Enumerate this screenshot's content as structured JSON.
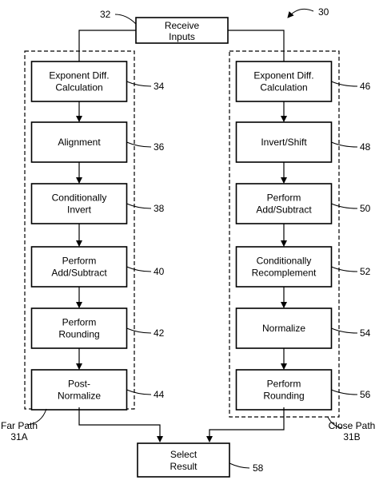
{
  "figure_ref": "30",
  "top": {
    "ref": "32",
    "lines": [
      "Receive",
      "Inputs"
    ]
  },
  "bottom": {
    "ref": "58",
    "lines": [
      "Select",
      "Result"
    ]
  },
  "far_path": {
    "label": [
      "Far Path",
      "31A"
    ],
    "steps": [
      {
        "ref": "34",
        "lines": [
          "Exponent Diff.",
          "Calculation"
        ]
      },
      {
        "ref": "36",
        "lines": [
          "Alignment"
        ]
      },
      {
        "ref": "38",
        "lines": [
          "Conditionally",
          "Invert"
        ]
      },
      {
        "ref": "40",
        "lines": [
          "Perform",
          "Add/Subtract"
        ]
      },
      {
        "ref": "42",
        "lines": [
          "Perform",
          "Rounding"
        ]
      },
      {
        "ref": "44",
        "lines": [
          "Post-",
          "Normalize"
        ]
      }
    ]
  },
  "close_path": {
    "label": [
      "Close Path",
      "31B"
    ],
    "steps": [
      {
        "ref": "46",
        "lines": [
          "Exponent Diff.",
          "Calculation"
        ]
      },
      {
        "ref": "48",
        "lines": [
          "Invert/Shift"
        ]
      },
      {
        "ref": "50",
        "lines": [
          "Perform",
          "Add/Subtract"
        ]
      },
      {
        "ref": "52",
        "lines": [
          "Conditionally",
          "Recomplement"
        ]
      },
      {
        "ref": "54",
        "lines": [
          "Normalize"
        ]
      },
      {
        "ref": "56",
        "lines": [
          "Perform",
          "Rounding"
        ]
      }
    ]
  }
}
